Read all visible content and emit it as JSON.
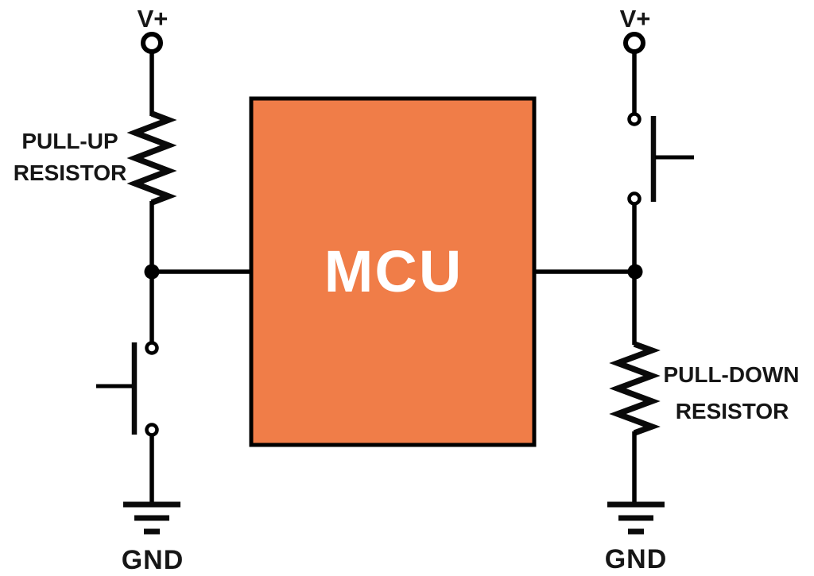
{
  "colors": {
    "mcu_fill": "#F07D48",
    "mcu_border": "#000000",
    "mcu_text": "#FFFFFF",
    "wire": "#000000",
    "label_text": "#161616",
    "background": "#FFFFFF"
  },
  "mcu": {
    "label": "MCU"
  },
  "left_branch": {
    "supply_label": "V+",
    "resistor_label": [
      "PULL-UP",
      "RESISTOR"
    ],
    "ground_label": "GND"
  },
  "right_branch": {
    "supply_label": "V+",
    "resistor_label": [
      "PULL-DOWN",
      "RESISTOR"
    ],
    "ground_label": "GND"
  }
}
